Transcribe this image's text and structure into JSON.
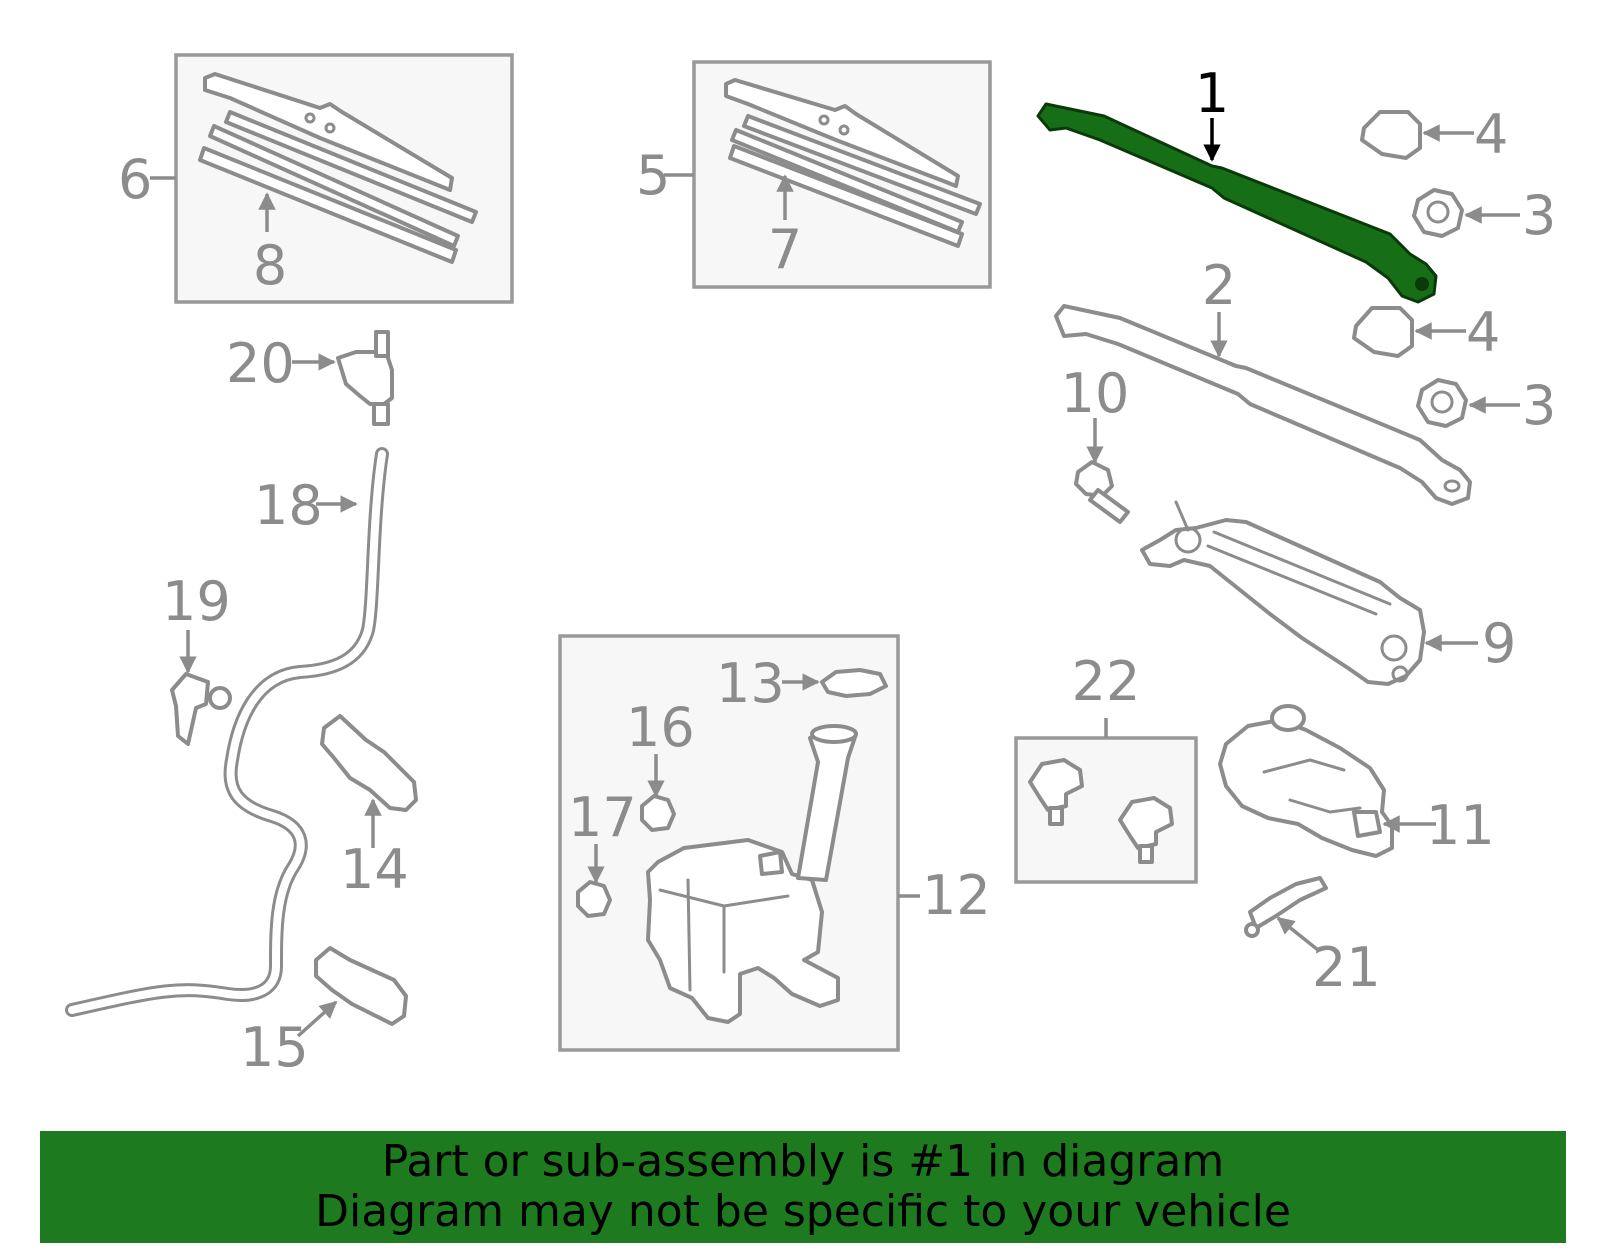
{
  "colors": {
    "highlight": "#166e16",
    "banner_bg": "#1e7a1e",
    "line_gray": "#8c8c8c",
    "callout_active": "#000000"
  },
  "callouts": {
    "c1": "1",
    "c2": "2",
    "c3a": "3",
    "c3b": "3",
    "c4a": "4",
    "c4b": "4",
    "c5": "5",
    "c6": "6",
    "c7": "7",
    "c8": "8",
    "c9": "9",
    "c10": "10",
    "c11": "11",
    "c12": "12",
    "c13": "13",
    "c14": "14",
    "c15": "15",
    "c16": "16",
    "c17": "17",
    "c18": "18",
    "c19": "19",
    "c20": "20",
    "c21": "21",
    "c22": "22"
  },
  "banner": {
    "line1": "Part or sub-assembly is #1 in diagram",
    "line2": "Diagram may not be specific to your vehicle"
  }
}
